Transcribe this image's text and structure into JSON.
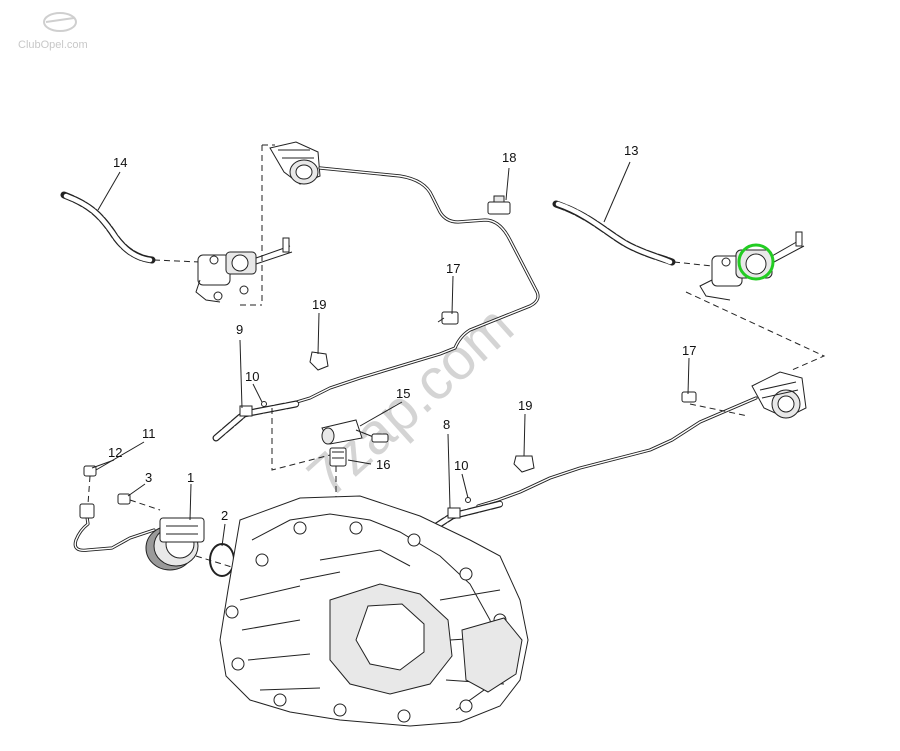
{
  "watermark": {
    "text": "7zap.com",
    "logo_text": "ClubOpel.com"
  },
  "highlight_color": "#22cc22",
  "callouts": [
    {
      "id": "c14",
      "label": "14"
    },
    {
      "id": "c18",
      "label": "18"
    },
    {
      "id": "c13",
      "label": "13"
    },
    {
      "id": "c17a",
      "label": "17"
    },
    {
      "id": "c19a",
      "label": "19"
    },
    {
      "id": "c9",
      "label": "9"
    },
    {
      "id": "c10a",
      "label": "10"
    },
    {
      "id": "c15",
      "label": "15"
    },
    {
      "id": "c17b",
      "label": "17"
    },
    {
      "id": "c19b",
      "label": "19"
    },
    {
      "id": "c8",
      "label": "8"
    },
    {
      "id": "c10b",
      "label": "10"
    },
    {
      "id": "c16",
      "label": "16"
    },
    {
      "id": "c11",
      "label": "11"
    },
    {
      "id": "c12",
      "label": "12"
    },
    {
      "id": "c3",
      "label": "3"
    },
    {
      "id": "c1",
      "label": "1"
    },
    {
      "id": "c2",
      "label": "2"
    }
  ]
}
